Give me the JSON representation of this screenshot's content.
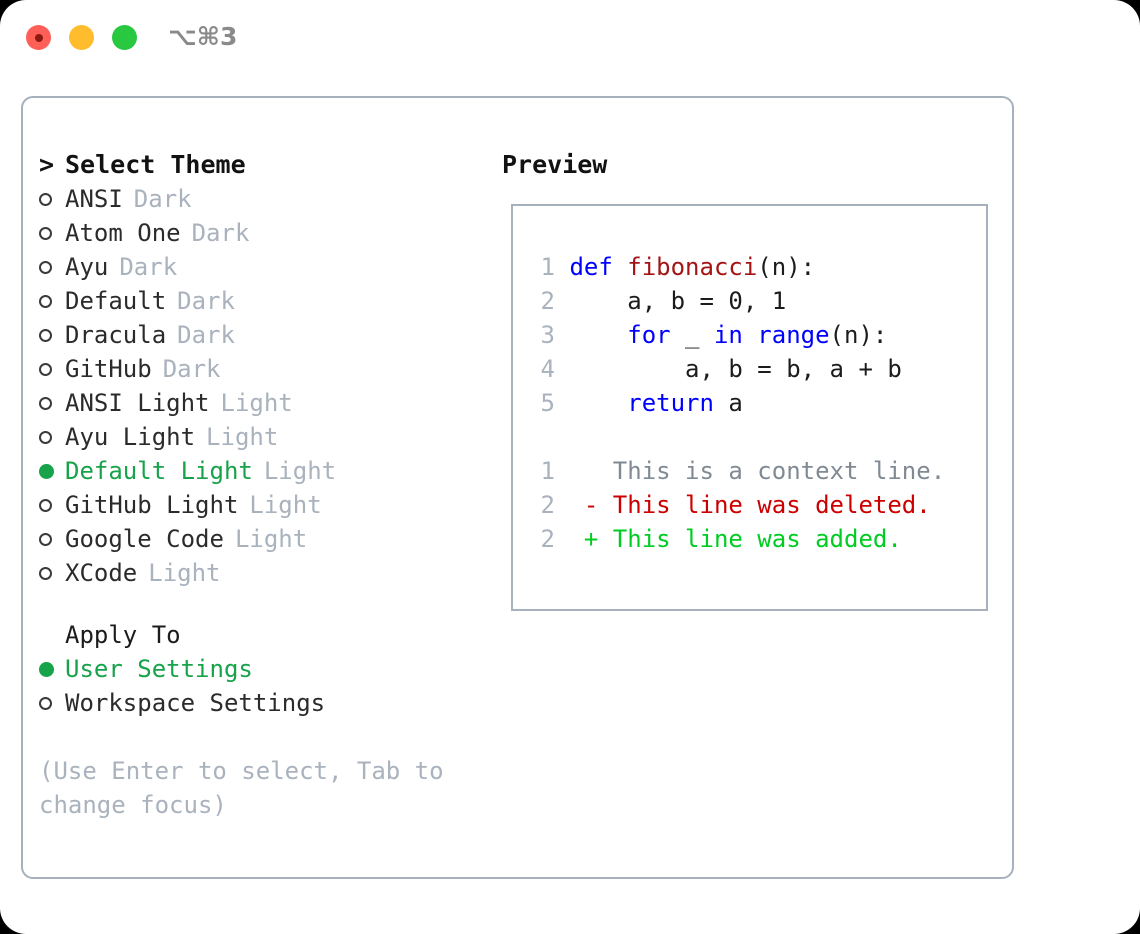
{
  "window": {
    "title_shortcut": "⌥⌘3",
    "controls": [
      {
        "name": "close",
        "color": "#ff5f57"
      },
      {
        "name": "minimize",
        "color": "#ffbd2e"
      },
      {
        "name": "zoom",
        "color": "#28c840"
      }
    ]
  },
  "theme_picker": {
    "header_caret": ">",
    "header_label": "Select Theme",
    "marker_selected": "●",
    "marker_unselected": "○",
    "accent_color": "#16a34a",
    "items": [
      {
        "name": "ANSI",
        "kind": "Dark",
        "selected": false
      },
      {
        "name": "Atom One",
        "kind": "Dark",
        "selected": false
      },
      {
        "name": "Ayu",
        "kind": "Dark",
        "selected": false
      },
      {
        "name": "Default",
        "kind": "Dark",
        "selected": false
      },
      {
        "name": "Dracula",
        "kind": "Dark",
        "selected": false
      },
      {
        "name": "GitHub",
        "kind": "Dark",
        "selected": false
      },
      {
        "name": "ANSI Light",
        "kind": "Light",
        "selected": false
      },
      {
        "name": "Ayu Light",
        "kind": "Light",
        "selected": false
      },
      {
        "name": "Default Light",
        "kind": "Light",
        "selected": true
      },
      {
        "name": "GitHub Light",
        "kind": "Light",
        "selected": false
      },
      {
        "name": "Google Code",
        "kind": "Light",
        "selected": false
      },
      {
        "name": "XCode",
        "kind": "Light",
        "selected": false
      }
    ]
  },
  "apply_to": {
    "title": "Apply To",
    "items": [
      {
        "label": "User Settings",
        "selected": true
      },
      {
        "label": "Workspace Settings",
        "selected": false
      }
    ]
  },
  "hint": {
    "line1": "(Use Enter to select, Tab to",
    "line2": "change focus)"
  },
  "preview": {
    "title": "Preview",
    "code_lines": [
      {
        "number": "1",
        "tokens": [
          {
            "text": "def ",
            "style": "kw"
          },
          {
            "text": "fibonacci",
            "style": "fn"
          },
          {
            "text": "(n):",
            "style": "pl"
          }
        ]
      },
      {
        "number": "2",
        "tokens": [
          {
            "text": "    a, b = 0, 1",
            "style": "pl"
          }
        ]
      },
      {
        "number": "3",
        "tokens": [
          {
            "text": "    ",
            "style": "pl"
          },
          {
            "text": "for ",
            "style": "kw"
          },
          {
            "text": "_ ",
            "style": "pl"
          },
          {
            "text": "in range",
            "style": "kw"
          },
          {
            "text": "(n):",
            "style": "pl"
          }
        ]
      },
      {
        "number": "4",
        "tokens": [
          {
            "text": "        a, b = b, a + b",
            "style": "pl"
          }
        ]
      },
      {
        "number": "5",
        "tokens": [
          {
            "text": "    ",
            "style": "pl"
          },
          {
            "text": "return ",
            "style": "kw"
          },
          {
            "text": "a",
            "style": "pl"
          }
        ]
      }
    ],
    "diff_lines": [
      {
        "number": "1",
        "text": "  This is a context line.",
        "style": "ctx"
      },
      {
        "number": "2",
        "text": "- This line was deleted.",
        "style": "del"
      },
      {
        "number": "2",
        "text": "+ This line was added.",
        "style": "add"
      }
    ],
    "syntax_colors": {
      "keyword": "#0000ff",
      "function": "#a31515",
      "plain": "#1c1c1c",
      "line_number": "#a9b2bd",
      "diff_context": "#808a94",
      "diff_deleted": "#cc0000",
      "diff_added": "#00cc22"
    }
  }
}
